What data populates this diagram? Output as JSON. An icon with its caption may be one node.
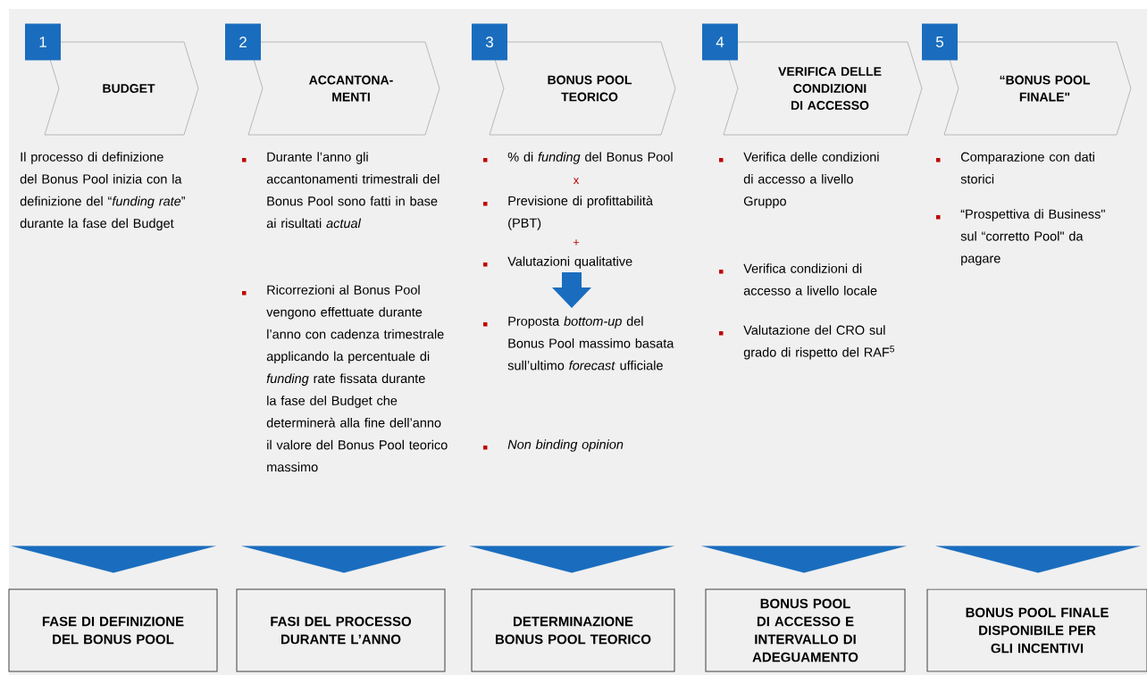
{
  "diagram": {
    "nodes": [
      {
        "text": [
          "BUDGET"
        ],
        "beside": [
          "1"
        ]
      },
      {
        "text": [
          "ACCANTONA-MENTI"
        ],
        "beside": [
          "2"
        ]
      },
      {
        "text": [
          "BONUS POOL TEORICO"
        ],
        "beside": [
          "3"
        ]
      },
      {
        "text": [
          "VERIFICA DELLE CONDIZIONI DI ACCESSO"
        ],
        "beside": [
          "4"
        ]
      },
      {
        "text": [
          "“BONUS POOL FINALE\""
        ],
        "beside": [
          "5"
        ]
      },
      {
        "text": [
          "FASE DI DEFINIZIONE DEL BONUS POOL"
        ]
      },
      {
        "text": [
          "FASI DEL PROCESSO DURANTE L’ANNO"
        ]
      },
      {
        "text": [
          "DETERMINAZIONE BONUS POOL TEORICO"
        ]
      },
      {
        "text": [
          "BONUS POOL DI ACCESSO E INTERVALLO DI ADEGUAMENTO"
        ]
      },
      {
        "text": [
          "BONUS POOL FINALE DISPONIBILE PER GLI INCENTIVI"
        ]
      }
    ],
    "edges": [
      {
        "from": null,
        "to": 5,
        "arrow": "to"
      },
      {
        "from": null,
        "to": 6,
        "arrow": "to"
      },
      {
        "from": null,
        "to": 7,
        "arrow": "to"
      },
      {
        "from": null,
        "to": 8,
        "arrow": "to"
      },
      {
        "from": null,
        "to": 9,
        "arrow": "to"
      }
    ],
    "labels": [
      "Il processo di definizione del Bonus Pool inizia con la definizione del “*funding rate*” durante la fase del Budget",
      "Durante l’anno gli accantonamenti trimestrali del Bonus Pool sono fatti in base ai risultati *actual*",
      "Ricorrezioni al Bonus Pool vengono effettuate durante l’anno con cadenza trimestrale applicando la percentuale di *funding* rate fissata durante la fase del Budget che determinerà alla fine dell’anno il valore del Bonus Pool teorico massimo",
      "% di *funding* del Bonus Pool",
      "x",
      "Previsione di profittabilità (PBT)",
      "+",
      "Valutazioni qualitative",
      "Proposta *bottom-up* del Bonus Pool massimo basata sull’ultimo *forecast* ufficiale",
      "Non binding opinion",
      "Verifica delle condizioni di accesso a livello Gruppo",
      "Verifica condizioni di accesso a livello locale",
      "Valutazione del CRO sul grado di rispetto del RAF$^{5}$",
      "Comparazione con dati storici",
      "“Prospettiva di Business\" sul “corretto Pool\" da pagare"
    ]
  }
}
